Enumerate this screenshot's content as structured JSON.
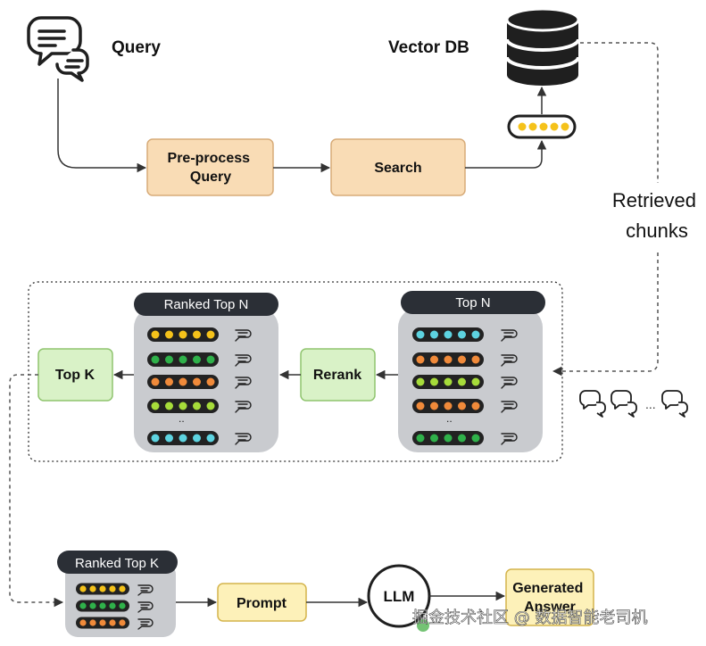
{
  "labels": {
    "query": "Query",
    "vector_db": "Vector DB",
    "preprocess_line1": "Pre-process",
    "preprocess_line2": "Query",
    "search": "Search",
    "retrieved_line1": "Retrieved",
    "retrieved_line2": "chunks",
    "ranked_top_n": "Ranked Top N",
    "top_n": "Top N",
    "rerank": "Rerank",
    "top_k": "Top K",
    "ranked_top_k": "Ranked Top K",
    "prompt": "Prompt",
    "llm": "LLM",
    "generated_line1": "Generated",
    "generated_line2": "Answer",
    "ellipsis": "...",
    "vertical_ellipsis": "..",
    "watermark": "掘金技术社区 @ 数据智能老司机"
  },
  "colors": {
    "orange_fill": "#f9dcb5",
    "orange_stroke": "#d7ab78",
    "green_fill": "#d9f2c7",
    "green_stroke": "#8fc46e",
    "yellow_fill": "#fdf1b9",
    "yellow_stroke": "#d4b44c",
    "panel_gray": "#c9cbcf",
    "dark": "#2b2f36",
    "dot_yellow": "#f5c21a",
    "dot_green": "#2fb14a",
    "dot_orange": "#f08a3a",
    "dot_lime": "#a6dc3a",
    "dot_cyan": "#5dd3e0"
  },
  "ranked_top_n_rows": [
    "yellow",
    "green",
    "orange",
    "lime",
    "cyan"
  ],
  "top_n_rows": [
    "cyan",
    "orange",
    "lime",
    "orange",
    "green"
  ],
  "ranked_top_k_rows": [
    "yellow",
    "green",
    "orange"
  ]
}
